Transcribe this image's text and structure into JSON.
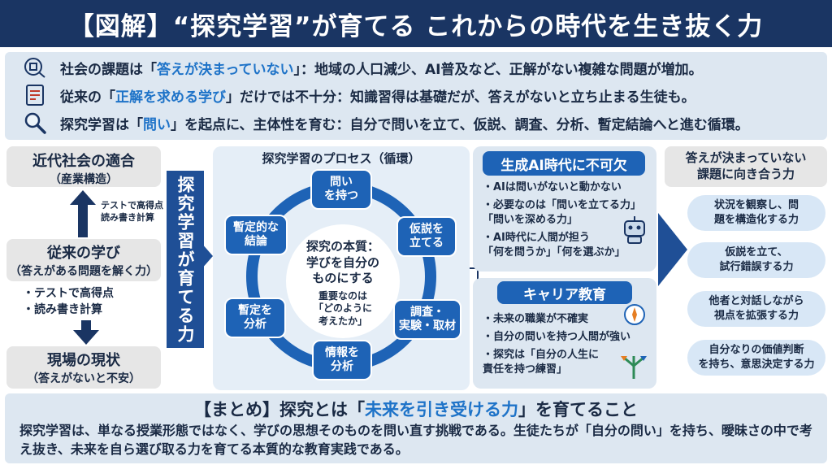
{
  "title": "【図解】“探究学習”が育てる これからの時代を生き抜く力",
  "issues": [
    {
      "icon": "puzzle-head-icon",
      "pre": "社会の課題は「",
      "hl": "答えが決まっていない",
      "post": "」：地域の人口減少、AI普及など、正解がない複雑な問題が増加。"
    },
    {
      "icon": "test-sheet-icon",
      "pre": "従来の「",
      "hl": "正解を求める学び",
      "post": "」だけでは不十分：知識習得は基礎だが、答えがないと立ち止まる生徒も。"
    },
    {
      "icon": "magnifier-icon",
      "pre": "探究学習は「",
      "hl": "問い",
      "post": "」を起点に、主体性を育む：自分で問いを立て、仮説、調査、分析、暫定結論へと進む循環。"
    }
  ],
  "left": {
    "top_box": {
      "main": "近代社会の適合",
      "sub": "（産業構造）"
    },
    "arrow_note": "テストで高得点\n読み書き計算",
    "mid_box": {
      "main": "従来の学び",
      "sub": "（答えがある問題を解く力）"
    },
    "bullets": [
      "・テストで高得点",
      "・読み書き計算"
    ],
    "bottom_box": {
      "main": "現場の現状",
      "sub": "（答えがないと不安）"
    }
  },
  "vertical_label": "探究学習が育てる力",
  "cycle": {
    "title": "探究学習のプロセス（循環）",
    "nodes": [
      "問い\nを持つ",
      "仮説を\n立てる",
      "調査・\n実験・取材",
      "情報を\n分析",
      "暫定を\n分析",
      "暫定的な\n結論"
    ],
    "center_main": "探究の本質：\n学びを自分の\nものにする",
    "center_sub": "重要なのは\n「どのように\n考えたか」"
  },
  "ai_panel": {
    "title": "生成AI時代に不可欠",
    "bullets": [
      "・AIは問いがないと動かない",
      "・必要なのは「問いを立てる力」\n「問いを深める力」",
      "・AI時代に人間が担う\n「何を問うか」「何を選ぶか」"
    ],
    "icon": "robot-icon"
  },
  "career_panel": {
    "title": "キャリア教育",
    "bullets": [
      "・未来の職業が不確実",
      "・自分の問いを持つ人間が強い",
      "・探究は「自分の人生に\n責任を持つ練習」"
    ],
    "icons": [
      "compass-icon",
      "crossroads-arrows-icon"
    ]
  },
  "right": {
    "heading": "答えが決まっていない\n課題に向き合う力",
    "pills": [
      "状況を観察し、問\n題を構造化する力",
      "仮説を立て、\n試行錯誤する力",
      "他者と対話しながら\n視点を拡張する力",
      "自分なりの価値判断\nを持ち、意思決定する力"
    ]
  },
  "summary": {
    "pre": "【まとめ】探究とは「",
    "hl": "未来を引き受ける力",
    "post": "」を育てること",
    "body": "探究学習は、単なる授業形態ではなく、学びの思想そのものを問い直す挑戦である。生徒たちが「自分の問い」を持ち、曖昧さの中で考え抜き、未来を自ら選び取る力を育てる本質的な教育実践である。"
  },
  "colors": {
    "navy": "#1a3563",
    "accent": "#1e73c8",
    "node_blue": "#1e63b6",
    "panel_bg": "#dde7f1"
  }
}
